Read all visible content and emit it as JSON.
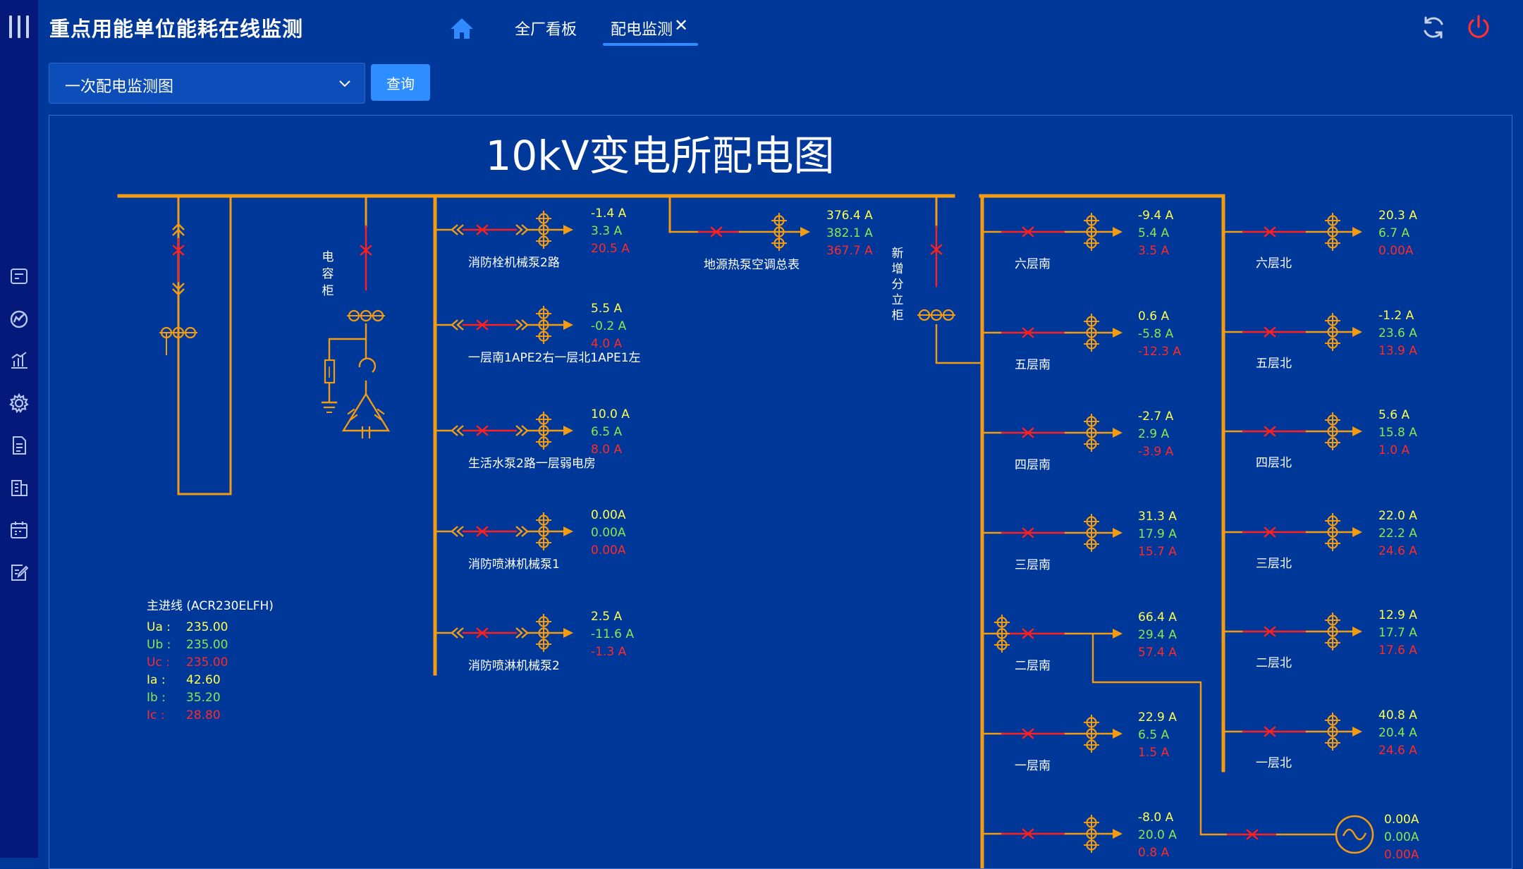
{
  "header": {
    "app_title": "重点用能单位能耗在线监测",
    "tabs": [
      {
        "label": "全厂看板"
      },
      {
        "label": "配电监测",
        "close": "✕"
      }
    ]
  },
  "toolbar": {
    "select_value": "一次配电监测图",
    "query_label": "查询"
  },
  "diagram": {
    "title": "10kV变电所配电图",
    "capacitor_label": [
      "电",
      "容",
      "柜"
    ],
    "new_cabinet_label": [
      "新",
      "增",
      "分",
      "立",
      "柜"
    ],
    "main_line": {
      "title": "主进线 (ACR230ELFH)",
      "rows": [
        {
          "label": "Ua :",
          "value": "235.00"
        },
        {
          "label": "Ub :",
          "value": "235.00"
        },
        {
          "label": "Uc :",
          "value": "235.00"
        },
        {
          "label": "Ia :",
          "value": "42.60"
        },
        {
          "label": "Ib :",
          "value": "35.20"
        },
        {
          "label": "Ic :",
          "value": "28.80"
        }
      ]
    },
    "feeders_left": [
      {
        "name": "消防栓机械泵2路",
        "a": "-1.4 A",
        "b": "3.3 A",
        "c": "20.5 A"
      },
      {
        "name": "一层南1APE2右一层北1APE1左",
        "a": "5.5 A",
        "b": "-0.2 A",
        "c": "4.0 A"
      },
      {
        "name": "生活水泵2路一层弱电房",
        "a": "10.0 A",
        "b": "6.5 A",
        "c": "8.0 A"
      },
      {
        "name": "消防喷淋机械泵1",
        "a": "0.00A",
        "b": "0.00A",
        "c": "0.00A"
      },
      {
        "name": "消防喷淋机械泵2",
        "a": "2.5 A",
        "b": "-11.6 A",
        "c": "-1.3 A"
      }
    ],
    "feeder_geo": {
      "name": "地源热泵空调总表",
      "a": "376.4 A",
      "b": "382.1 A",
      "c": "367.7 A"
    },
    "feeders_south": [
      {
        "name": "六层南",
        "a": "-9.4 A",
        "b": "5.4 A",
        "c": "3.5 A"
      },
      {
        "name": "五层南",
        "a": "0.6 A",
        "b": "-5.8 A",
        "c": "-12.3 A"
      },
      {
        "name": "四层南",
        "a": "-2.7 A",
        "b": "2.9 A",
        "c": "-3.9 A"
      },
      {
        "name": "三层南",
        "a": "31.3 A",
        "b": "17.9 A",
        "c": "15.7 A"
      },
      {
        "name": "二层南",
        "a": "66.4 A",
        "b": "29.4 A",
        "c": "57.4 A"
      },
      {
        "name": "一层南",
        "a": "22.9 A",
        "b": "6.5 A",
        "c": "1.5 A"
      },
      {
        "name": "",
        "a": "-8.0 A",
        "b": "20.0 A",
        "c": "0.8 A"
      }
    ],
    "feeders_north": [
      {
        "name": "六层北",
        "a": "20.3 A",
        "b": "6.7 A",
        "c": "0.00A"
      },
      {
        "name": "五层北",
        "a": "-1.2 A",
        "b": "23.6 A",
        "c": "13.9 A"
      },
      {
        "name": "四层北",
        "a": "5.6 A",
        "b": "15.8 A",
        "c": "1.0 A"
      },
      {
        "name": "三层北",
        "a": "22.0 A",
        "b": "22.2 A",
        "c": "24.6 A"
      },
      {
        "name": "二层北",
        "a": "12.9 A",
        "b": "17.7 A",
        "c": "17.6 A"
      },
      {
        "name": "一层北",
        "a": "40.8 A",
        "b": "20.4 A",
        "c": "24.6 A"
      }
    ],
    "generator": {
      "a": "0.00A",
      "b": "0.00A",
      "c": "0.00A"
    }
  },
  "colors": {
    "bus": "#f39c12",
    "breaker": "#ff1f1f",
    "phase_a": "#ffff4d",
    "phase_b": "#8ee64d",
    "phase_c": "#ff2a2a",
    "label": "#ffffff"
  }
}
